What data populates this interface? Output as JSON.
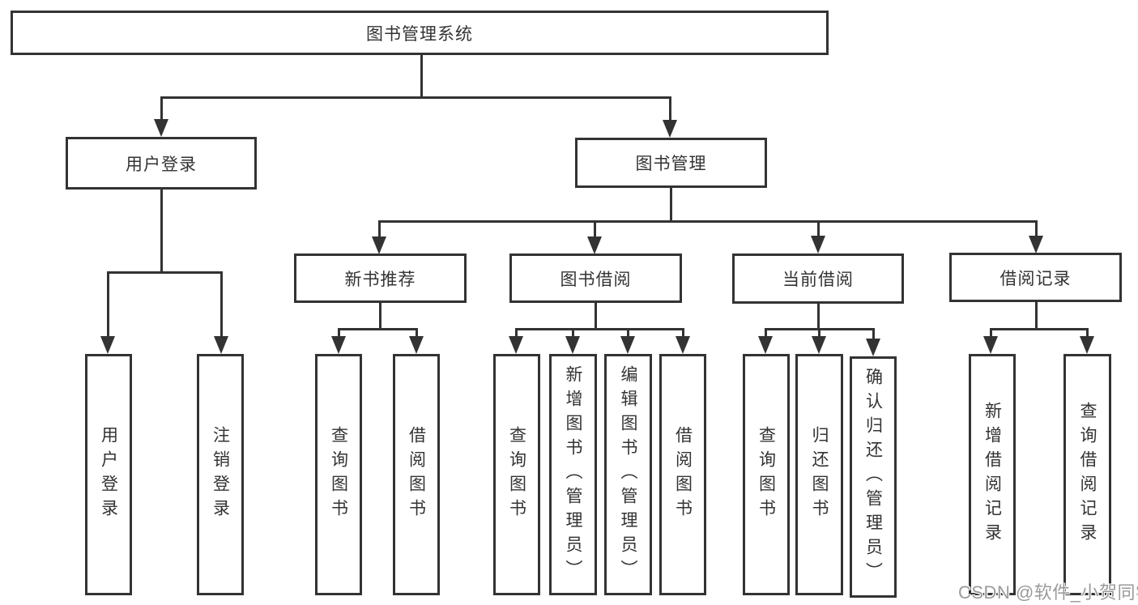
{
  "page": {
    "background": "#ffffff",
    "line_color": "#333333",
    "box_border_color": "#333333",
    "text_color": "#333333",
    "watermark_color": "#9a9a9a"
  },
  "nodes": {
    "root": "图书管理系统",
    "user_login": "用户登录",
    "book_mgmt": "图书管理",
    "login": "用户登录",
    "logout": "注销登录",
    "new_book_rec": "新书推荐",
    "book_borrow": "图书借阅",
    "current_borrow": "当前借阅",
    "borrow_records": "借阅记录",
    "nbr_query_books": "查询图书",
    "nbr_borrow_books": "借阅图书",
    "bb_query_books": "查询图书",
    "bb_add_books": "新增图书（管理员）",
    "bb_edit_books": "编辑图书（管理员）",
    "bb_borrow_books": "借阅图书",
    "cb_query_books": "查询图书",
    "cb_return_books": "归还图书",
    "cb_confirm_return": "确认归还（管理员）",
    "br_add_record": "新增借阅记录",
    "br_query_record": "查询借阅记录"
  },
  "watermark": "CSDN @软件_小贺同学"
}
